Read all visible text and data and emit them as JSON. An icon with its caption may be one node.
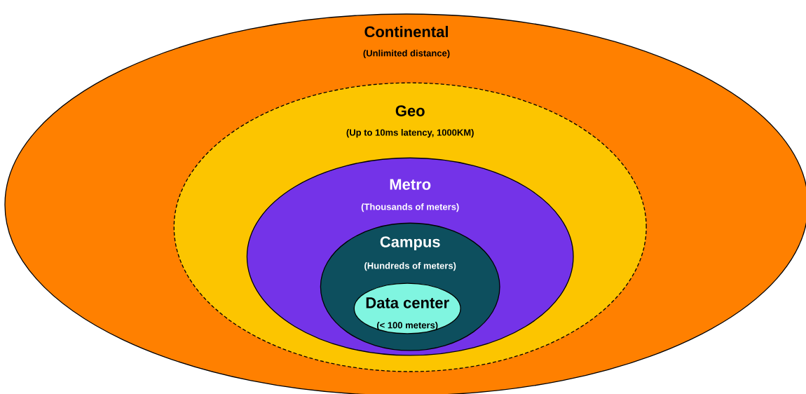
{
  "diagram": {
    "nodes": [
      {
        "text": [
          "Continental",
          "(Unlimited distance)"
        ]
      },
      {
        "text": [
          "Geo",
          "(Up to 10ms latency, 1000KM)"
        ],
        "in": 0
      },
      {
        "text": [
          "Metro",
          "(Thousands of meters)"
        ],
        "in": 1
      },
      {
        "text": [
          "Campus",
          "(Hundreds of meters)"
        ],
        "in": 2
      },
      {
        "text": [
          "Data center",
          "(< 100 meters)"
        ],
        "in": 3
      }
    ]
  }
}
